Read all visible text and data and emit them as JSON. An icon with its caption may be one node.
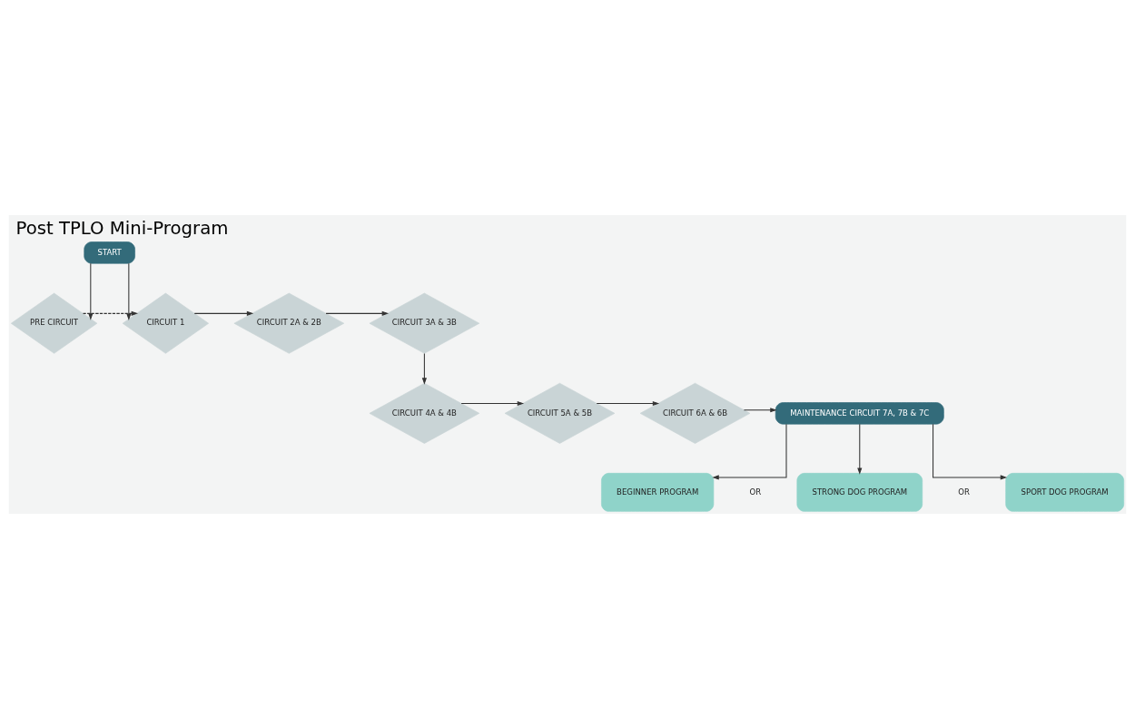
{
  "diagram": {
    "title": "Post TPLO Mini-Program",
    "nodes": [
      {
        "text": [
          "START"
        ]
      },
      {
        "text": [
          "PRE CIRCUIT"
        ]
      },
      {
        "text": [
          "CIRCUIT 1"
        ]
      },
      {
        "text": [
          "CIRCUIT 2A & 2B"
        ]
      },
      {
        "text": [
          "CIRCUIT 3A & 3B"
        ]
      },
      {
        "text": [
          "CIRCUIT 4A & 4B"
        ]
      },
      {
        "text": [
          "CIRCUIT 5A & 5B"
        ]
      },
      {
        "text": [
          "CIRCUIT 6A & 6B"
        ]
      },
      {
        "text": [
          "MAINTENANCE CIRCUIT 7A, 7B & 7C"
        ]
      },
      {
        "text": [
          "BEGINNER PROGRAM"
        ]
      },
      {
        "text": [
          "STRONG DOG PROGRAM"
        ]
      },
      {
        "text": [
          "SPORT DOG PROGRAM"
        ]
      }
    ],
    "edges": [
      {
        "from": 0,
        "to": 1,
        "arrow": "to"
      },
      {
        "from": 0,
        "to": 2,
        "arrow": "to"
      },
      {
        "from": 1,
        "to": 2,
        "arrow": "to",
        "style": "dashed"
      },
      {
        "from": 2,
        "to": 3,
        "arrow": "to"
      },
      {
        "from": 3,
        "to": 4,
        "arrow": "to"
      },
      {
        "from": 4,
        "to": 5,
        "arrow": "to"
      },
      {
        "from": 5,
        "to": 6,
        "arrow": "to"
      },
      {
        "from": 6,
        "to": 7,
        "arrow": "to"
      },
      {
        "from": 7,
        "to": 8,
        "arrow": "to"
      },
      {
        "from": 8,
        "to": 9,
        "arrow": "to"
      },
      {
        "from": 8,
        "to": 10,
        "arrow": "to"
      },
      {
        "from": 8,
        "to": 11,
        "arrow": "to"
      }
    ],
    "labels": [
      "OR",
      "OR"
    ]
  }
}
